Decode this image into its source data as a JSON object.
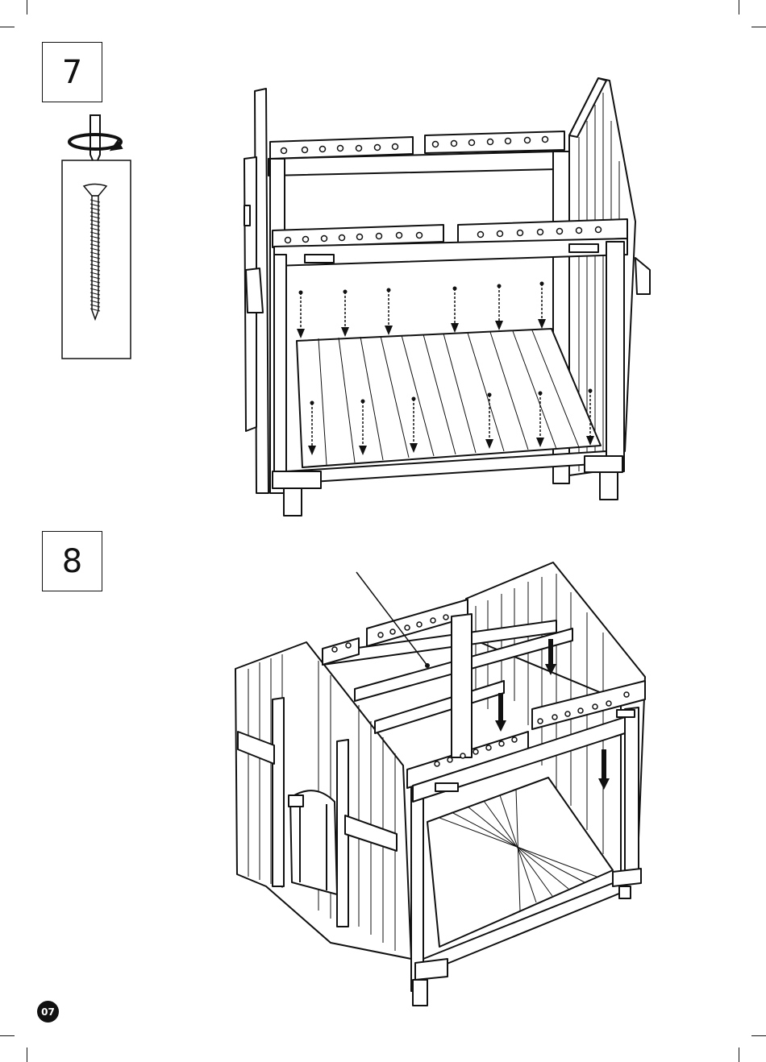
{
  "steps": {
    "step7": {
      "number": "7"
    },
    "step8": {
      "number": "8"
    }
  },
  "page": {
    "number": "07"
  },
  "tools": {
    "screw_icon": "screw-icon",
    "screwdriver_icon": "screwdriver-rotate-icon"
  },
  "colors": {
    "ink": "#111111",
    "paper": "#ffffff"
  }
}
